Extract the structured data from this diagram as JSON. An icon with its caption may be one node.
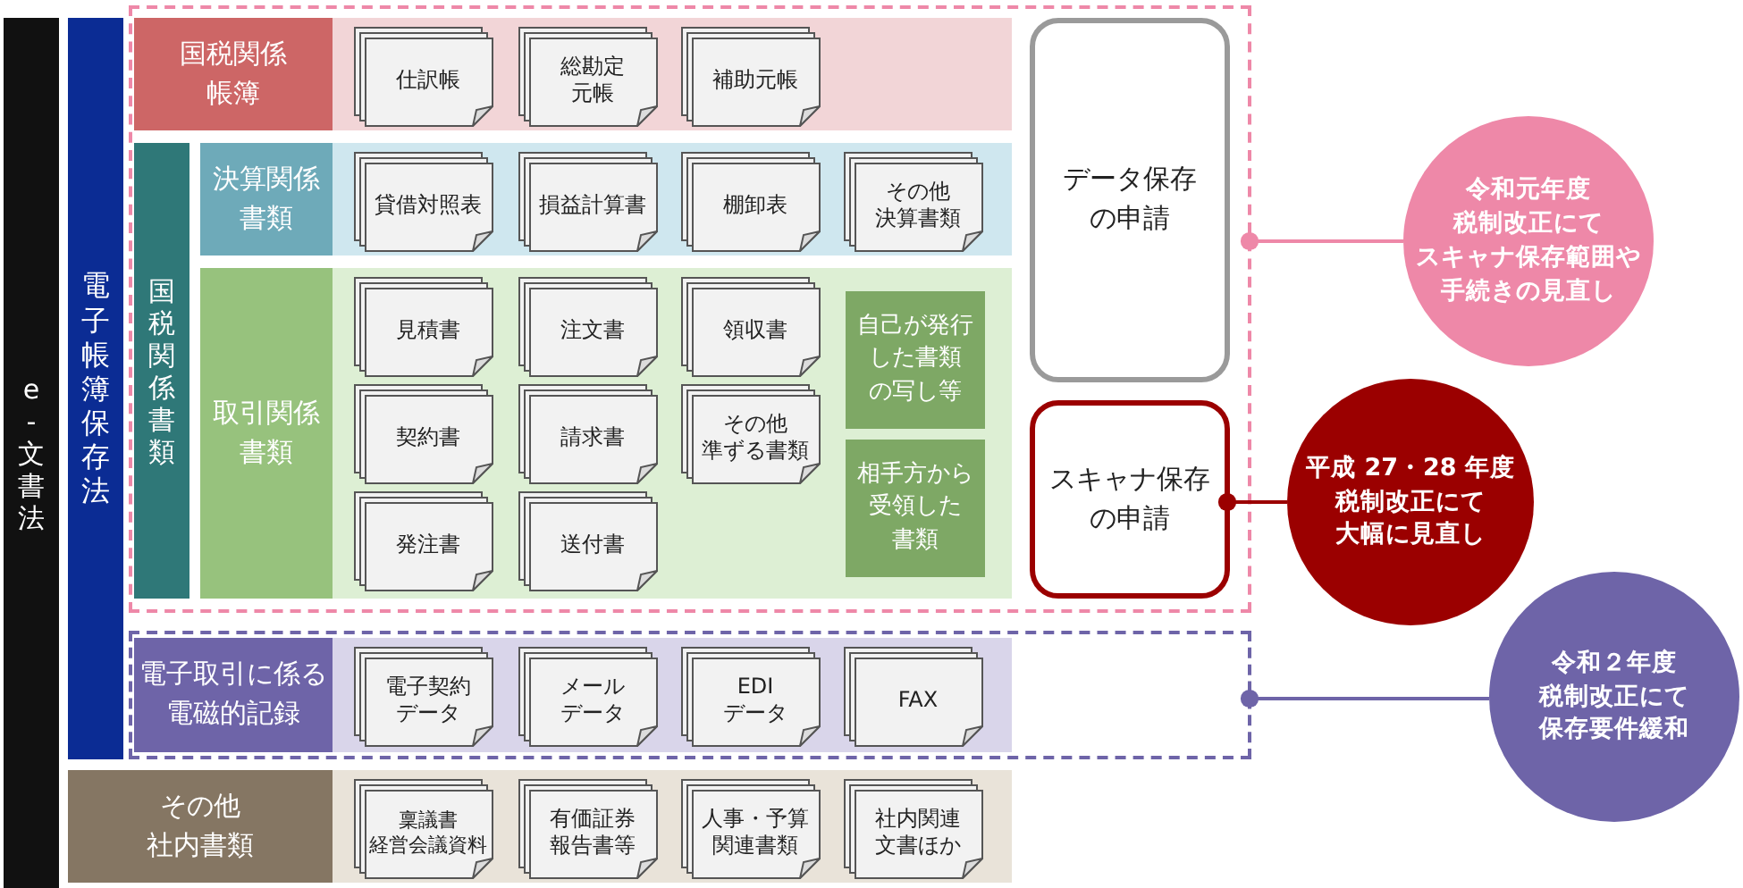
{
  "diagram": {
    "nodes": [
      {
        "text": [
          "e-文書法"
        ]
      },
      {
        "text": [
          "電子帳簿保存法"
        ]
      },
      {
        "text": [],
        "shape": "box"
      },
      {
        "text": [
          "国税関係帳簿"
        ],
        "in": 2
      },
      {
        "text": [
          "仕訳帳"
        ],
        "in": 3
      },
      {
        "text": [
          "総勘定元帳"
        ],
        "in": 3
      },
      {
        "text": [
          "補助元帳"
        ],
        "in": 3
      },
      {
        "text": [
          "国税関係書類"
        ],
        "in": 2
      },
      {
        "text": [
          "決算関係書類"
        ],
        "in": 2
      },
      {
        "text": [
          "貸借対照表"
        ],
        "in": 8
      },
      {
        "text": [
          "損益計算書"
        ],
        "in": 8
      },
      {
        "text": [
          "棚卸表"
        ],
        "in": 8
      },
      {
        "text": [
          "その他決算書類"
        ],
        "in": 8
      },
      {
        "text": [
          "取引関係書類"
        ],
        "in": 2
      },
      {
        "text": [
          "見積書"
        ],
        "in": 13
      },
      {
        "text": [
          "注文書"
        ],
        "in": 13
      },
      {
        "text": [
          "領収書"
        ],
        "in": 13
      },
      {
        "text": [
          "自己が発行した書類の写し等"
        ],
        "in": 13
      },
      {
        "text": [
          "契約書"
        ],
        "in": 13
      },
      {
        "text": [
          "請求書"
        ],
        "in": 13
      },
      {
        "text": [
          "その他準ずる書類"
        ],
        "in": 13
      },
      {
        "text": [
          "相手方から受領した書類"
        ],
        "in": 13
      },
      {
        "text": [
          "発注書"
        ],
        "in": 13
      },
      {
        "text": [
          "送付書"
        ],
        "in": 13
      },
      {
        "text": [
          "データ保存の申請"
        ],
        "in": 2
      },
      {
        "text": [
          "スキャナ保存の申請"
        ],
        "in": 2
      },
      {
        "text": [
          "令和元年度税制改正にてスキャナ保存範囲や手続きの見直し"
        ]
      },
      {
        "text": [
          "平成 27・28 年度税制改正にて大幅に見直し"
        ]
      },
      {
        "text": [],
        "shape": "box"
      },
      {
        "text": [
          "電子取引に係る電磁的記録"
        ],
        "in": 28
      },
      {
        "text": [
          "電子契約データ"
        ],
        "in": 29
      },
      {
        "text": [
          "メールデータ"
        ],
        "in": 29
      },
      {
        "text": [
          "EDIデータ"
        ],
        "in": 29
      },
      {
        "text": [
          "FAX"
        ],
        "in": 29
      },
      {
        "text": [
          "令和２年度税制改正にて保存要件緩和"
        ]
      },
      {
        "text": [
          "その他社内書類"
        ]
      },
      {
        "text": [
          "稟議書経営会議資料"
        ],
        "in": 35
      },
      {
        "text": [
          "有価証券報告書等"
        ],
        "in": 35
      },
      {
        "text": [
          "人事・予算関連書類"
        ],
        "in": 35
      },
      {
        "text": [
          "社内関連文書ほか"
        ],
        "in": 35
      }
    ],
    "edges": [
      {
        "from": 26,
        "to": 2,
        "arrow": "other",
        "color": "#ee88a8"
      },
      {
        "from": 27,
        "to": 25,
        "arrow": "other",
        "color": "#9b0000"
      },
      {
        "from": 34,
        "to": 28,
        "arrow": "other",
        "color": "#6e64a8"
      }
    ]
  }
}
